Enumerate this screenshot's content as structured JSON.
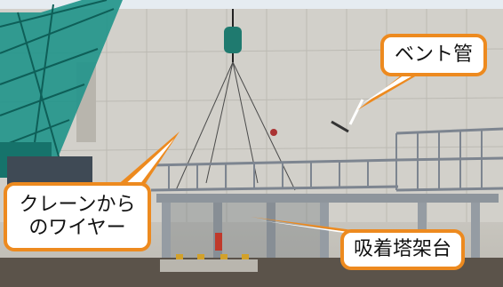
{
  "image": {
    "description_type": "construction-site photo with callout annotations"
  },
  "callouts": {
    "vent_pipe": "ベント管",
    "crane_wire_line1": "クレーンから",
    "crane_wire_line2": "のワイヤー",
    "adsorption_tower_frame": "吸着塔架台"
  },
  "colors": {
    "callout_border": "#ed8a1f",
    "crane": "#1f8f86",
    "scaffold": "#7d8590"
  }
}
